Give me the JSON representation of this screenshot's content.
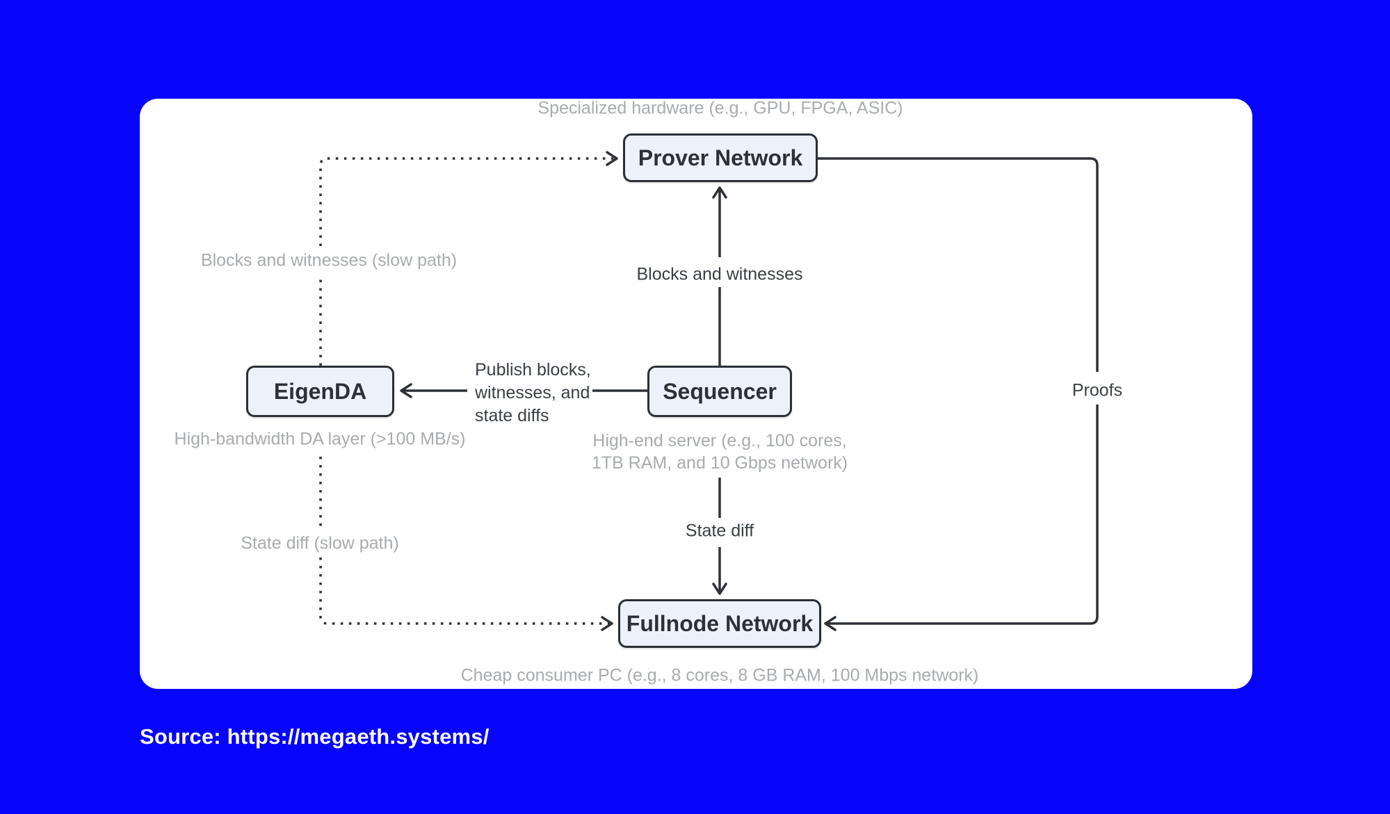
{
  "source": {
    "text": "Source: https://megaeth.systems/"
  },
  "diagram": {
    "nodes": {
      "prover": {
        "label": "Prover Network",
        "caption": "Specialized hardware (e.g., GPU, FPGA, ASIC)"
      },
      "eigenda": {
        "label": "EigenDA",
        "caption": "High-bandwidth DA layer (>100 MB/s)"
      },
      "sequencer": {
        "label": "Sequencer",
        "caption_lines": [
          "High-end server (e.g., 100 cores,",
          "1TB RAM, and 10 Gbps network)"
        ]
      },
      "fullnode": {
        "label": "Fullnode Network",
        "caption": "Cheap consumer PC (e.g., 8 cores, 8 GB RAM, 100 Mbps network)"
      }
    },
    "edges": {
      "sequencer_to_prover": {
        "label": "Blocks and witnesses"
      },
      "sequencer_to_eigenda": {
        "label_lines": [
          "Publish blocks,",
          "witnesses, and",
          "state diffs"
        ]
      },
      "sequencer_to_fullnode": {
        "label": "State diff"
      },
      "prover_to_fullnode": {
        "label": "Proofs"
      },
      "eigenda_to_prover": {
        "label": "Blocks and witnesses (slow path)"
      },
      "eigenda_to_fullnode": {
        "label": "State diff (slow path)"
      }
    },
    "colors": {
      "background": "#0604fb",
      "card": "#ffffff",
      "node_fill": "#edf1f9",
      "node_border": "#2b2f35",
      "node_text": "#2d3136",
      "line": "#2e3136",
      "edge_label_text": "#3a3f45",
      "caption_text": "#a8abaf",
      "source_text": "#ffffff"
    }
  }
}
